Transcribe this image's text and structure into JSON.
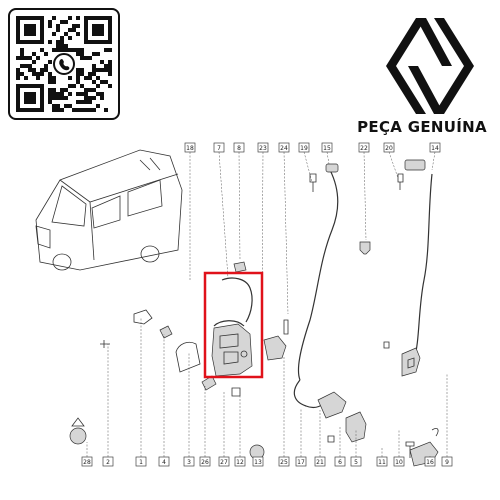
{
  "brand": {
    "tagline": "PEÇA GENUÍNA",
    "logo_icon": "renault-diamond-logo-icon",
    "qr_icon": "qr-code-icon",
    "qr_center_icon": "whatsapp-icon"
  },
  "diagram": {
    "highlight_color": "#e0121a",
    "top_callouts": [
      "18",
      "7",
      "8",
      "23",
      "24",
      "19",
      "15",
      "22",
      "20",
      "14"
    ],
    "bottom_callouts": [
      "28",
      "2",
      "1",
      "4",
      "3",
      "26",
      "27",
      "12",
      "13",
      "25",
      "17",
      "21",
      "6",
      "5",
      "11",
      "10",
      "16",
      "9"
    ]
  }
}
